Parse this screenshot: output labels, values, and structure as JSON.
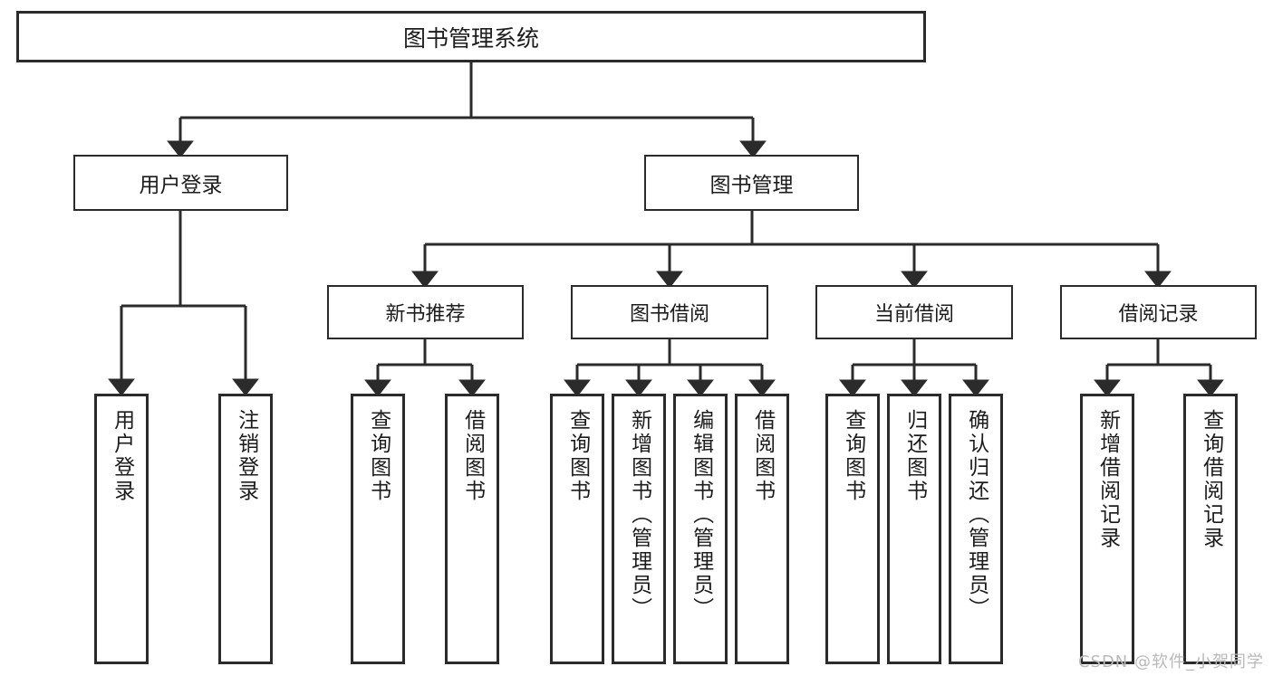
{
  "diagram": {
    "type": "tree",
    "title": "图书管理系统",
    "orientation": "top-down",
    "colors": {
      "stroke": "#2b2b2b",
      "fill": "#ffffff",
      "text": "#1c1c1c",
      "watermark": "#b9b9b9"
    },
    "root": {
      "label": "图书管理系统"
    },
    "level1": [
      {
        "label": "用户登录"
      },
      {
        "label": "图书管理"
      }
    ],
    "level2": [
      {
        "label": "新书推荐",
        "parent": "图书管理"
      },
      {
        "label": "图书借阅",
        "parent": "图书管理"
      },
      {
        "label": "当前借阅",
        "parent": "图书管理"
      },
      {
        "label": "借阅记录",
        "parent": "图书管理"
      }
    ],
    "leaves": {
      "user_login": [
        {
          "label": "用户登录"
        },
        {
          "label": "注销登录"
        }
      ],
      "new_book_recommend": [
        {
          "label": "查询图书"
        },
        {
          "label": "借阅图书"
        }
      ],
      "book_borrow": [
        {
          "label": "查询图书"
        },
        {
          "label": "新增图书（管理员）"
        },
        {
          "label": "编辑图书（管理员）"
        },
        {
          "label": "借阅图书"
        }
      ],
      "current_borrow": [
        {
          "label": "查询图书"
        },
        {
          "label": "归还图书"
        },
        {
          "label": "确认归还（管理员）"
        }
      ],
      "borrow_record": [
        {
          "label": "新增借阅记录"
        },
        {
          "label": "查询借阅记录"
        }
      ]
    }
  },
  "watermark": {
    "text": "CSDN @软件_小贺同学"
  }
}
